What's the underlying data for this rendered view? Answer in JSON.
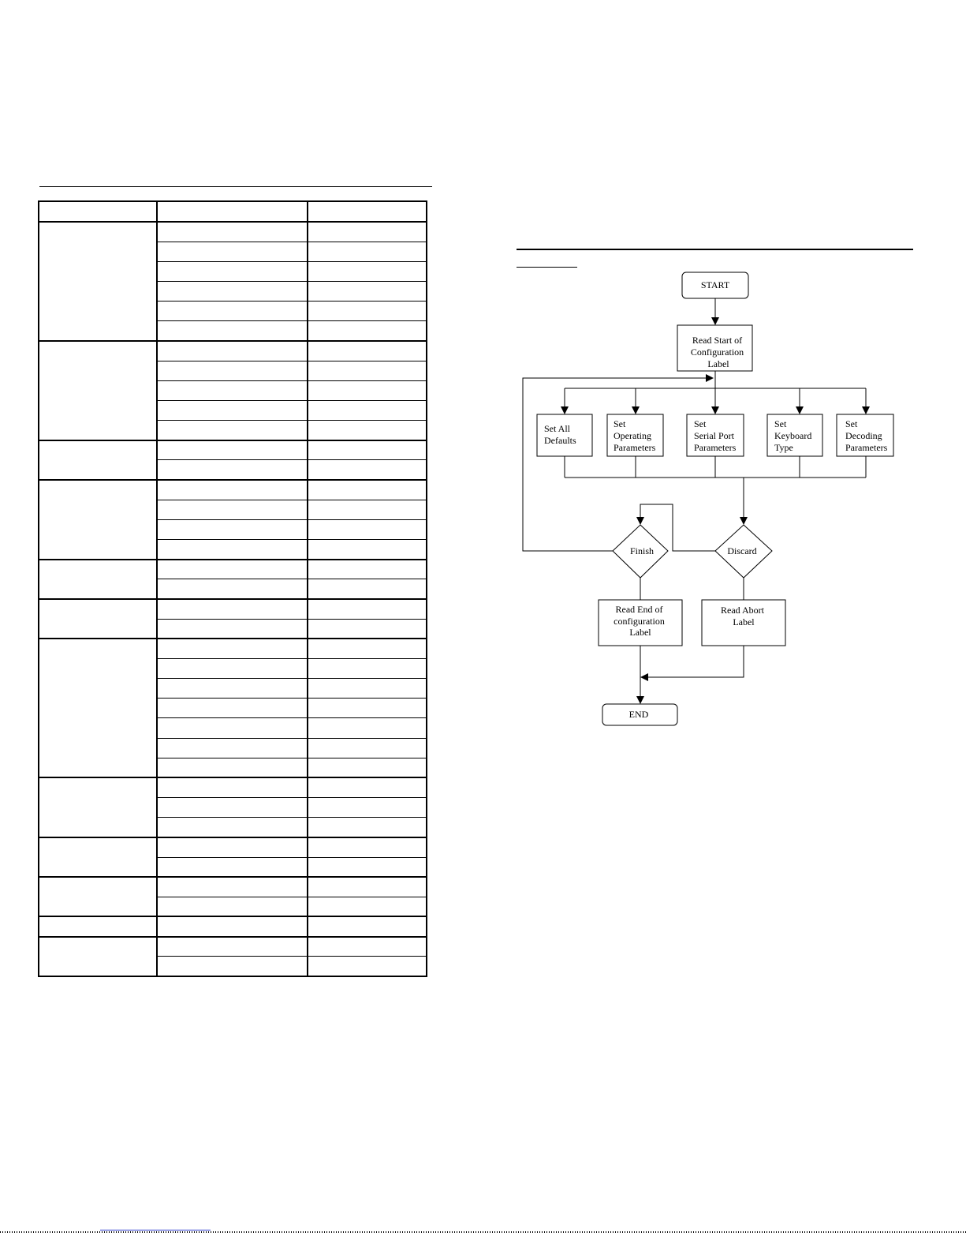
{
  "table": {
    "column_count": 3,
    "groups": [
      {
        "rows": 6
      },
      {
        "rows": 5
      },
      {
        "rows": 2
      },
      {
        "rows": 4
      },
      {
        "rows": 2
      },
      {
        "rows": 2
      },
      {
        "rows": 7
      },
      {
        "rows": 3
      },
      {
        "rows": 2
      },
      {
        "rows": 2
      },
      {
        "rows": 1
      },
      {
        "rows": 2
      }
    ]
  },
  "flowchart": {
    "start": "START",
    "read_start": [
      "Read Start of",
      "Configuration",
      "Label"
    ],
    "options": [
      {
        "id": "set-all-defaults",
        "lines": [
          "Set All",
          "Defaults"
        ]
      },
      {
        "id": "set-operating-parameters",
        "lines": [
          "Set",
          "Operating",
          "Parameters"
        ]
      },
      {
        "id": "set-serial-port-parameters",
        "lines": [
          "Set",
          "Serial Port",
          "Parameters"
        ]
      },
      {
        "id": "set-keyboard-type",
        "lines": [
          "Set",
          "Keyboard",
          "Type"
        ]
      },
      {
        "id": "set-decoding-parameters",
        "lines": [
          "Set",
          "Decoding",
          "Parameters"
        ]
      }
    ],
    "finish": "Finish",
    "discard": "Discard",
    "read_end": [
      "Read End of",
      "configuration",
      "Label"
    ],
    "read_abort": [
      "Read Abort",
      "Label"
    ],
    "end": "END"
  }
}
